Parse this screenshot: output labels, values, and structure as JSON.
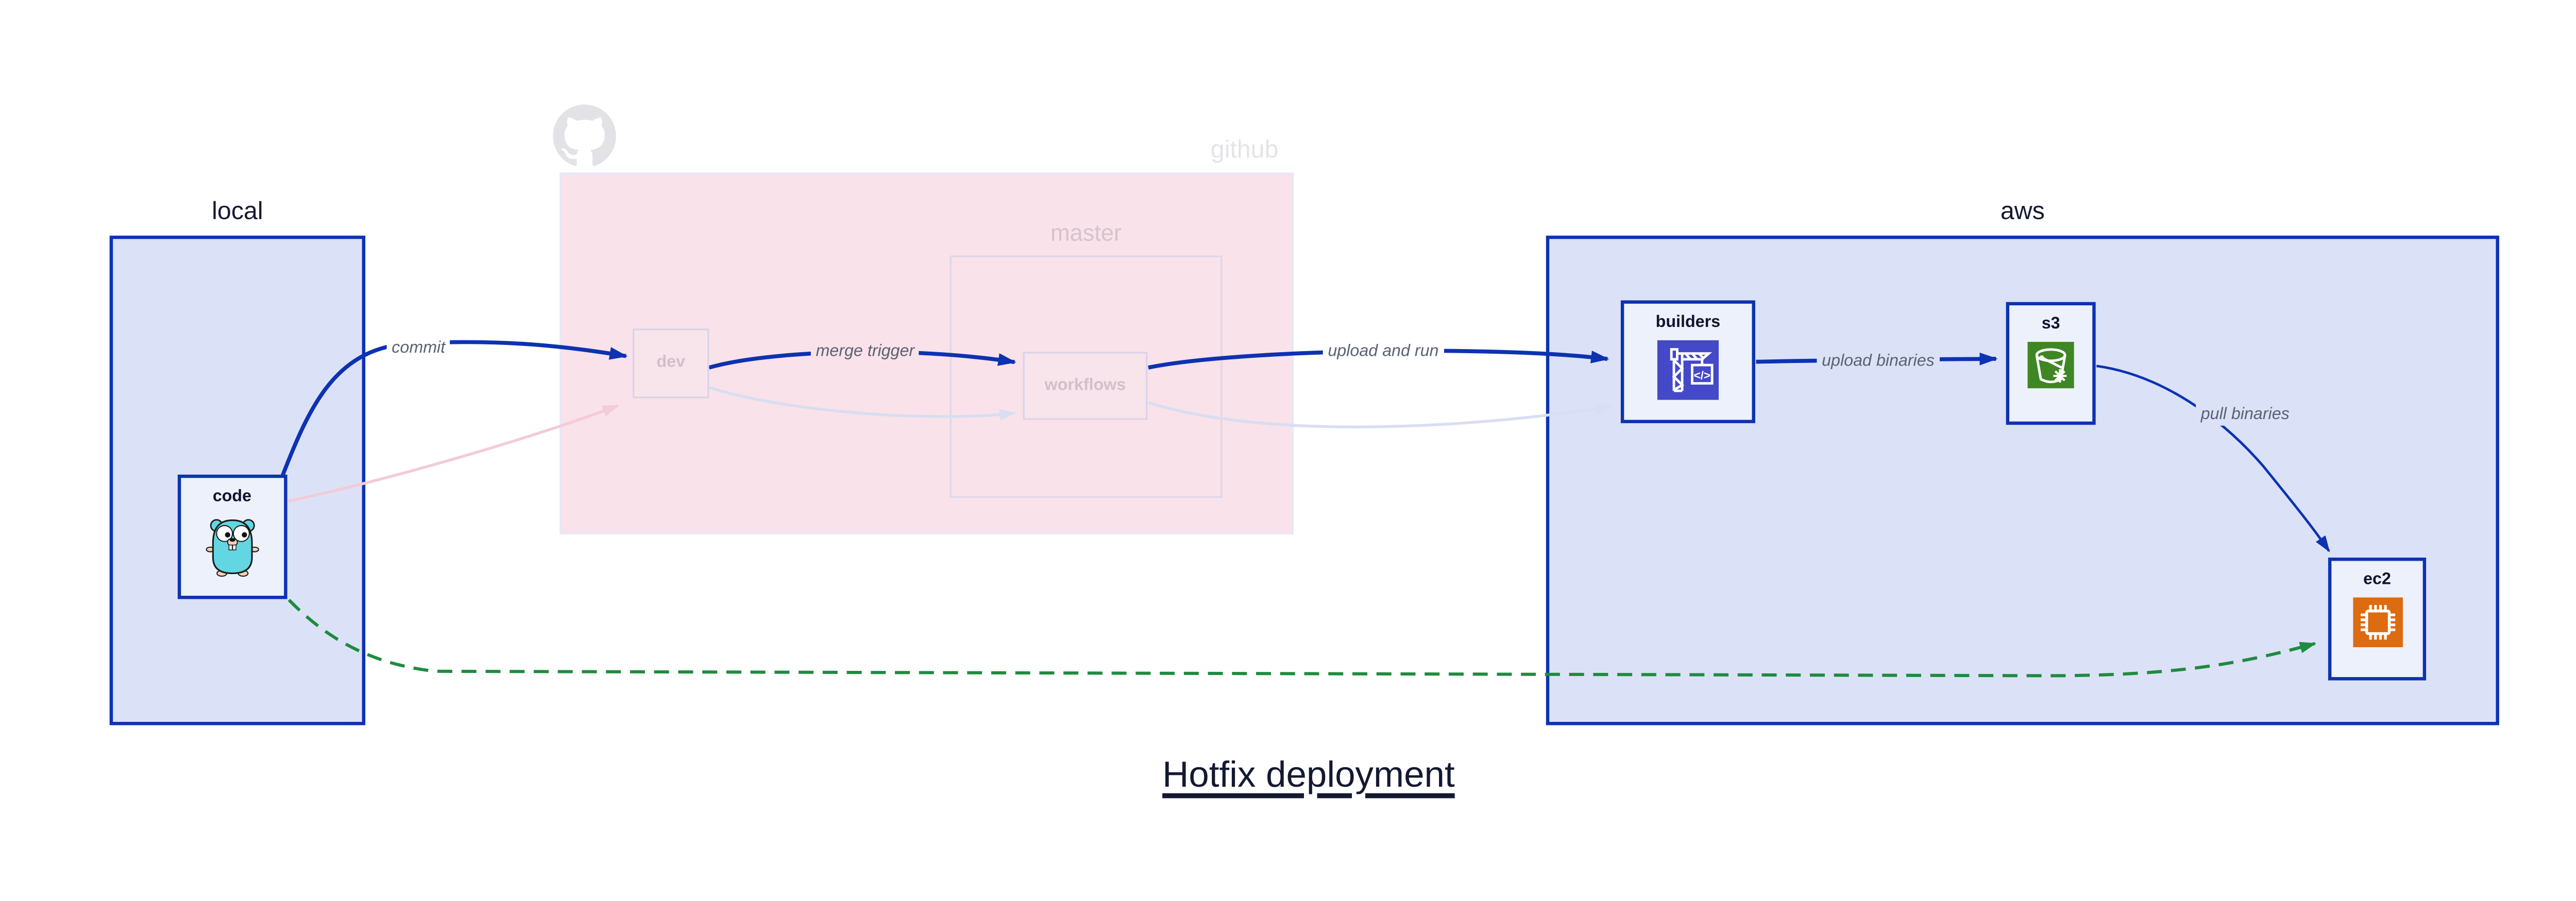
{
  "title": "Hotfix deployment",
  "containers": {
    "local": {
      "label": "local"
    },
    "github": {
      "label": "github"
    },
    "master": {
      "label": "master"
    },
    "aws": {
      "label": "aws"
    }
  },
  "nodes": {
    "code": {
      "label": "code"
    },
    "dev": {
      "label": "dev"
    },
    "workflows": {
      "label": "workflows"
    },
    "builders": {
      "label": "builders"
    },
    "s3": {
      "label": "s3"
    },
    "ec2": {
      "label": "ec2"
    }
  },
  "edges": {
    "commit": {
      "label": "commit",
      "style": "solid-blue"
    },
    "merge_trigger": {
      "label": "merge trigger",
      "style": "solid-blue"
    },
    "upload_and_run": {
      "label": "upload and run",
      "style": "solid-blue"
    },
    "upload_binaries": {
      "label": "upload binaries",
      "style": "solid-blue"
    },
    "pull_binaries": {
      "label": "pull binaries",
      "style": "thin-blue"
    },
    "hotfix_path": {
      "label": "",
      "style": "dashed-green"
    },
    "faded_commit": {
      "label": "",
      "style": "faded-pink"
    },
    "faded_merge": {
      "label": "",
      "style": "faded-lavender"
    },
    "faded_run": {
      "label": "",
      "style": "faded-lavender"
    }
  },
  "icons": {
    "github_logo": "octocat-icon",
    "code_icon": "go-gopher-icon",
    "builders_icon": "aws-codebuild-icon",
    "s3_icon": "aws-s3-bucket-icon",
    "ec2_icon": "aws-ec2-chip-icon",
    "codebuild_code_glyph": "</>"
  },
  "colors": {
    "active_blue": "#0d32b2",
    "container_fill": "#dbe2f7",
    "node_fill": "#edf1fc",
    "github_fill": "#f9e2e9",
    "faded_pink_edge": "#f4cbd8",
    "faded_lavender_edge": "#d9def2",
    "hotfix_green": "#1f8b3f",
    "codebuild_indigo": "#4449c8",
    "s3_green": "#3f8624",
    "ec2_orange": "#dd6b10",
    "gopher_teal": "#62d6e2",
    "edge_label_gray": "#596273",
    "faded_text": "#d2bfc9",
    "watermark_gray": "#e4e3e7",
    "title_navy": "#141931"
  }
}
